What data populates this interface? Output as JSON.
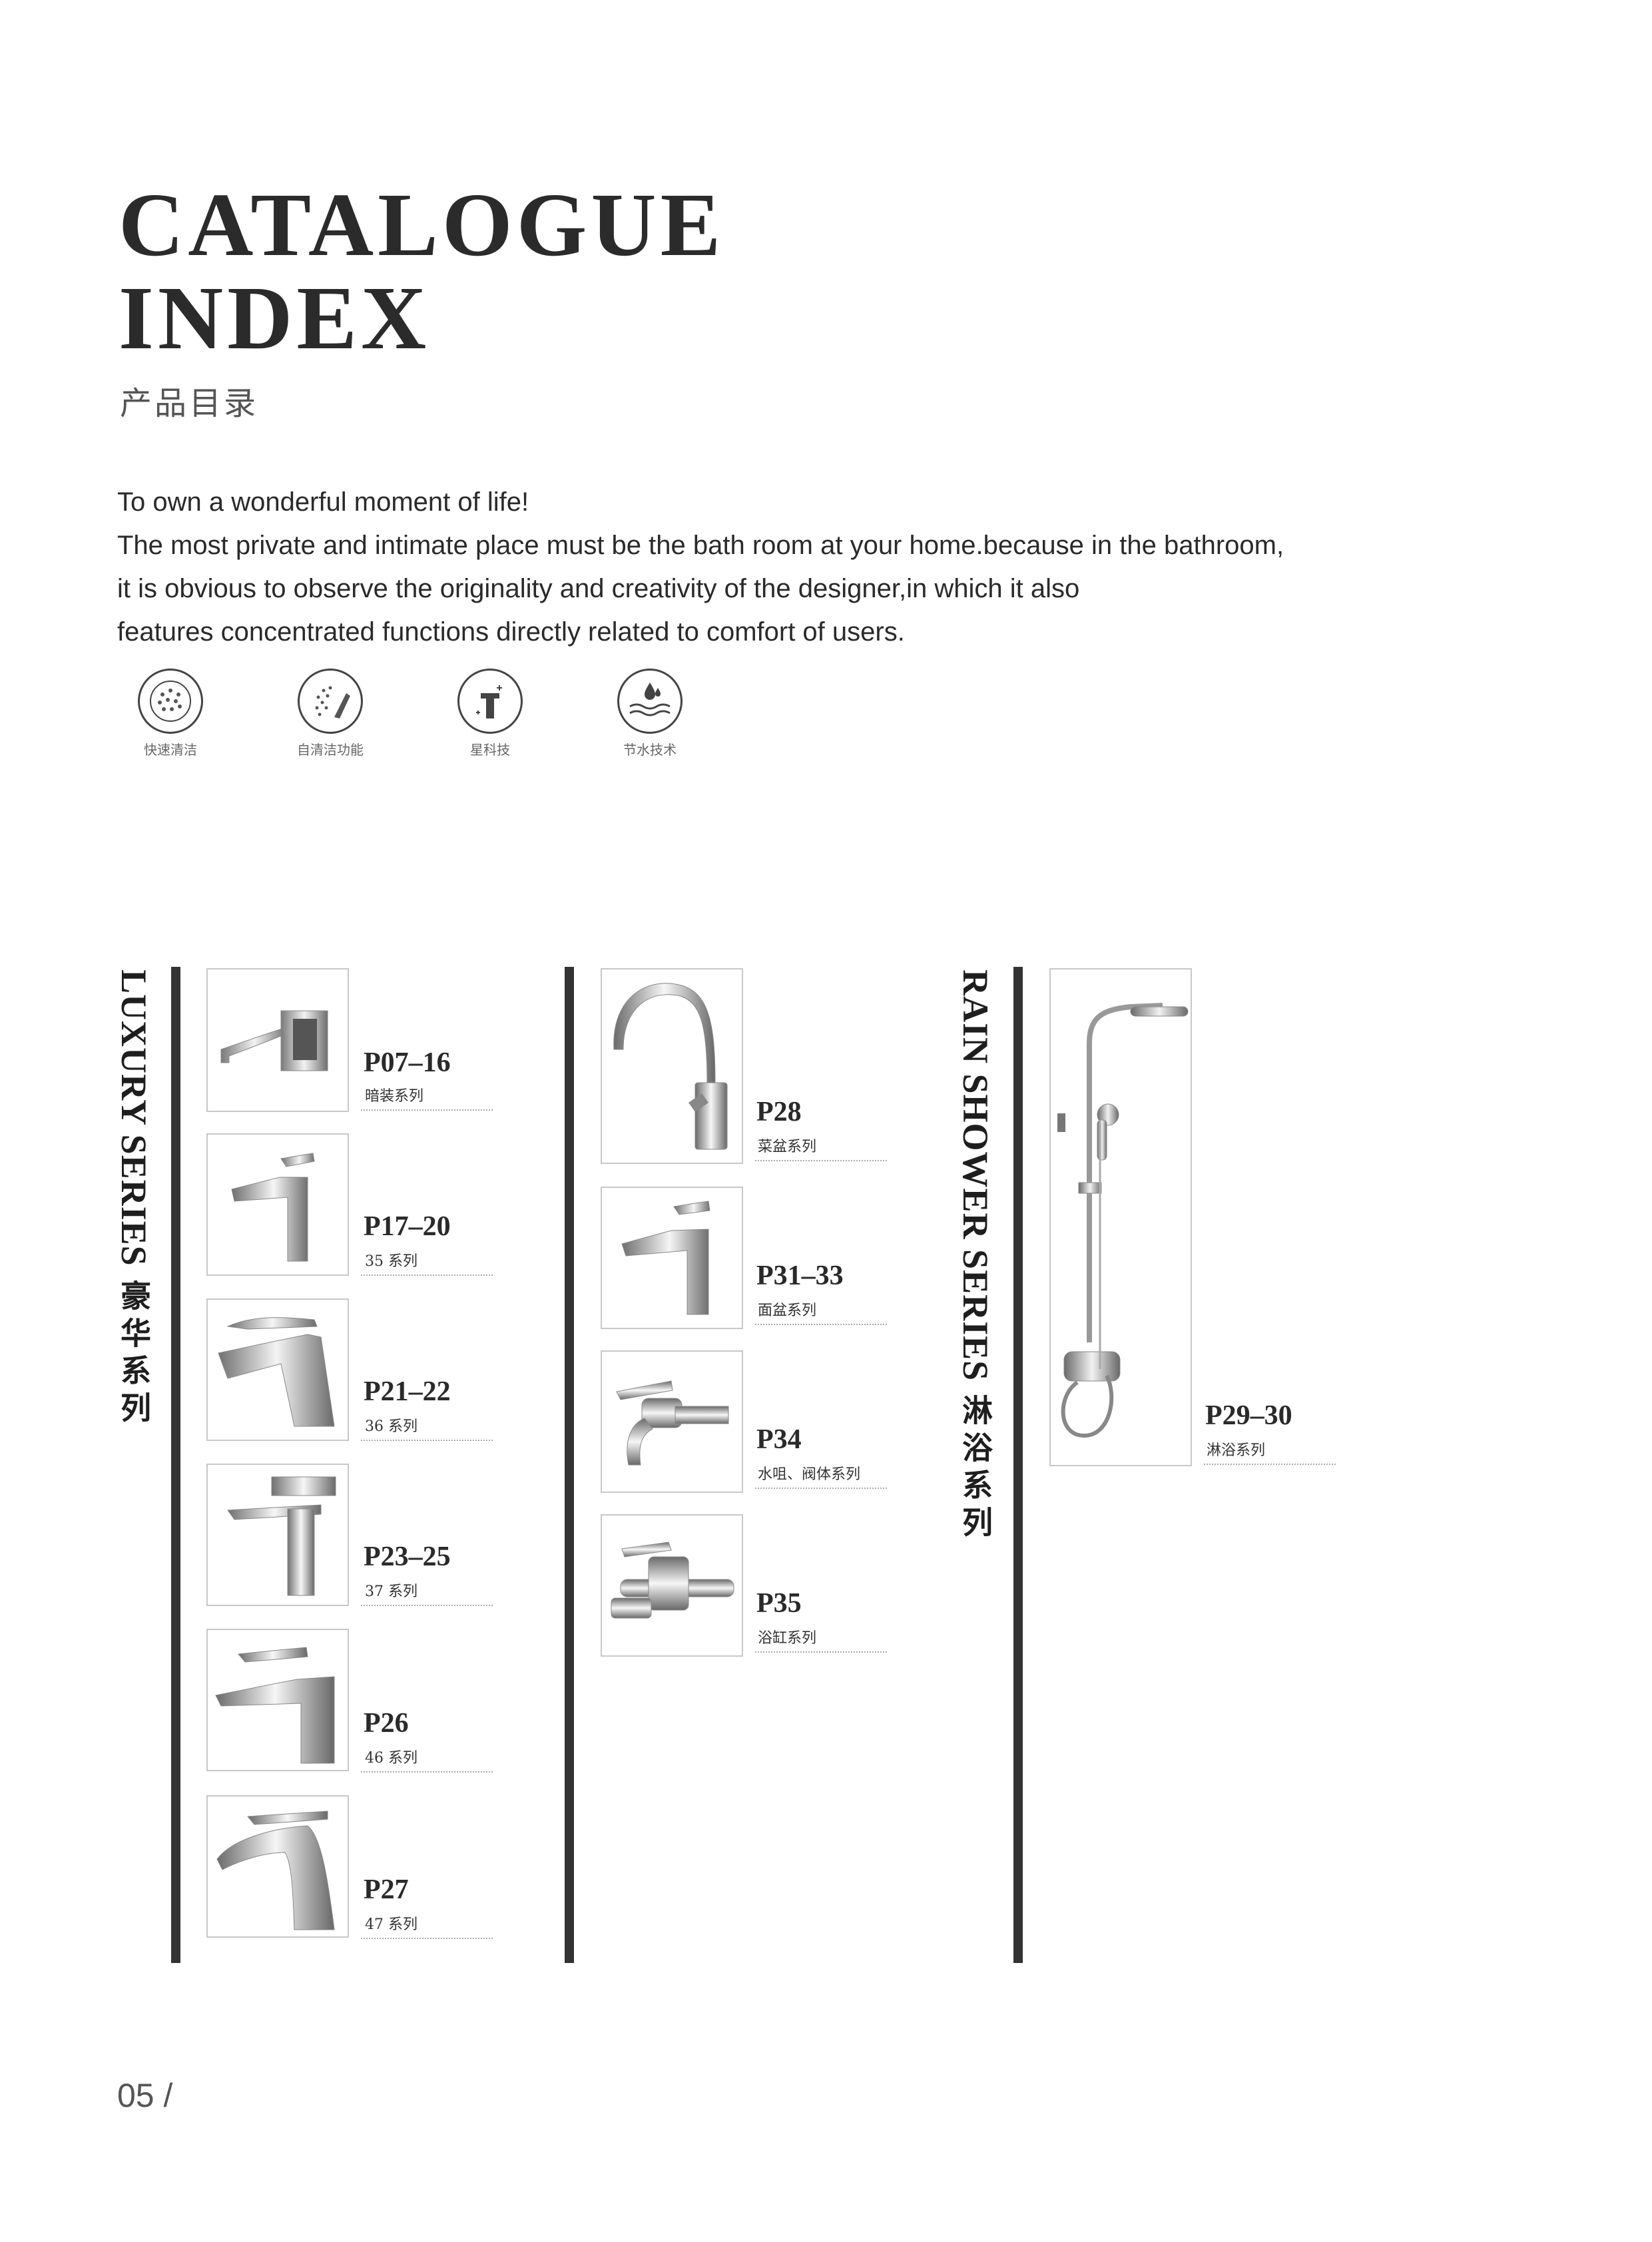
{
  "header": {
    "title_line1": "CATALOGUE",
    "title_line2": "INDEX",
    "subtitle_cn": "产品目录"
  },
  "intro": {
    "line1": "To own a wonderful moment of life!",
    "line2": "The most private and intimate place must be the bath room at your home.because in the bathroom,",
    "line3": "it is obvious to observe the originality and creativity of the designer,in which it also",
    "line4": "features concentrated functions directly related to comfort of users."
  },
  "features": [
    {
      "icon": "quick-clean-icon",
      "label": "快速清洁"
    },
    {
      "icon": "self-clean-icon",
      "label": "自清洁功能"
    },
    {
      "icon": "star-tech-icon",
      "label": "星科技"
    },
    {
      "icon": "water-saving-icon",
      "label": "节水技术"
    }
  ],
  "series": {
    "luxury": {
      "label_en": "LUXURY SERIES",
      "label_cn": "豪华系列",
      "items": [
        {
          "code": "P07–16",
          "sub": "暗装系列",
          "icon": "concealed-faucet-icon"
        },
        {
          "code": "P17–20",
          "sub": "35 系列",
          "icon": "basin-faucet-icon"
        },
        {
          "code": "P21–22",
          "sub": "36 系列",
          "icon": "waterfall-faucet-icon"
        },
        {
          "code": "P23–25",
          "sub": "37 系列",
          "icon": "basin-faucet-icon"
        },
        {
          "code": "P26",
          "sub": "46 系列",
          "icon": "basin-faucet-icon"
        },
        {
          "code": "P27",
          "sub": "47 系列",
          "icon": "curved-faucet-icon"
        }
      ]
    },
    "middle": {
      "items": [
        {
          "code": "P28",
          "sub": "菜盆系列",
          "icon": "kitchen-faucet-icon"
        },
        {
          "code": "P31–33",
          "sub": "面盆系列",
          "icon": "basin-faucet-icon"
        },
        {
          "code": "P34",
          "sub": "水咀、阀体系列",
          "icon": "wall-tap-icon"
        },
        {
          "code": "P35",
          "sub": "浴缸系列",
          "icon": "bathtub-mixer-icon"
        }
      ]
    },
    "rain_shower": {
      "label_en": "RAIN SHOWER SERIES",
      "label_cn": "淋浴系列",
      "items": [
        {
          "code": "P29–30",
          "sub": "淋浴系列",
          "icon": "rain-shower-set-icon"
        }
      ]
    }
  },
  "footer": {
    "page_number": "05 /"
  }
}
